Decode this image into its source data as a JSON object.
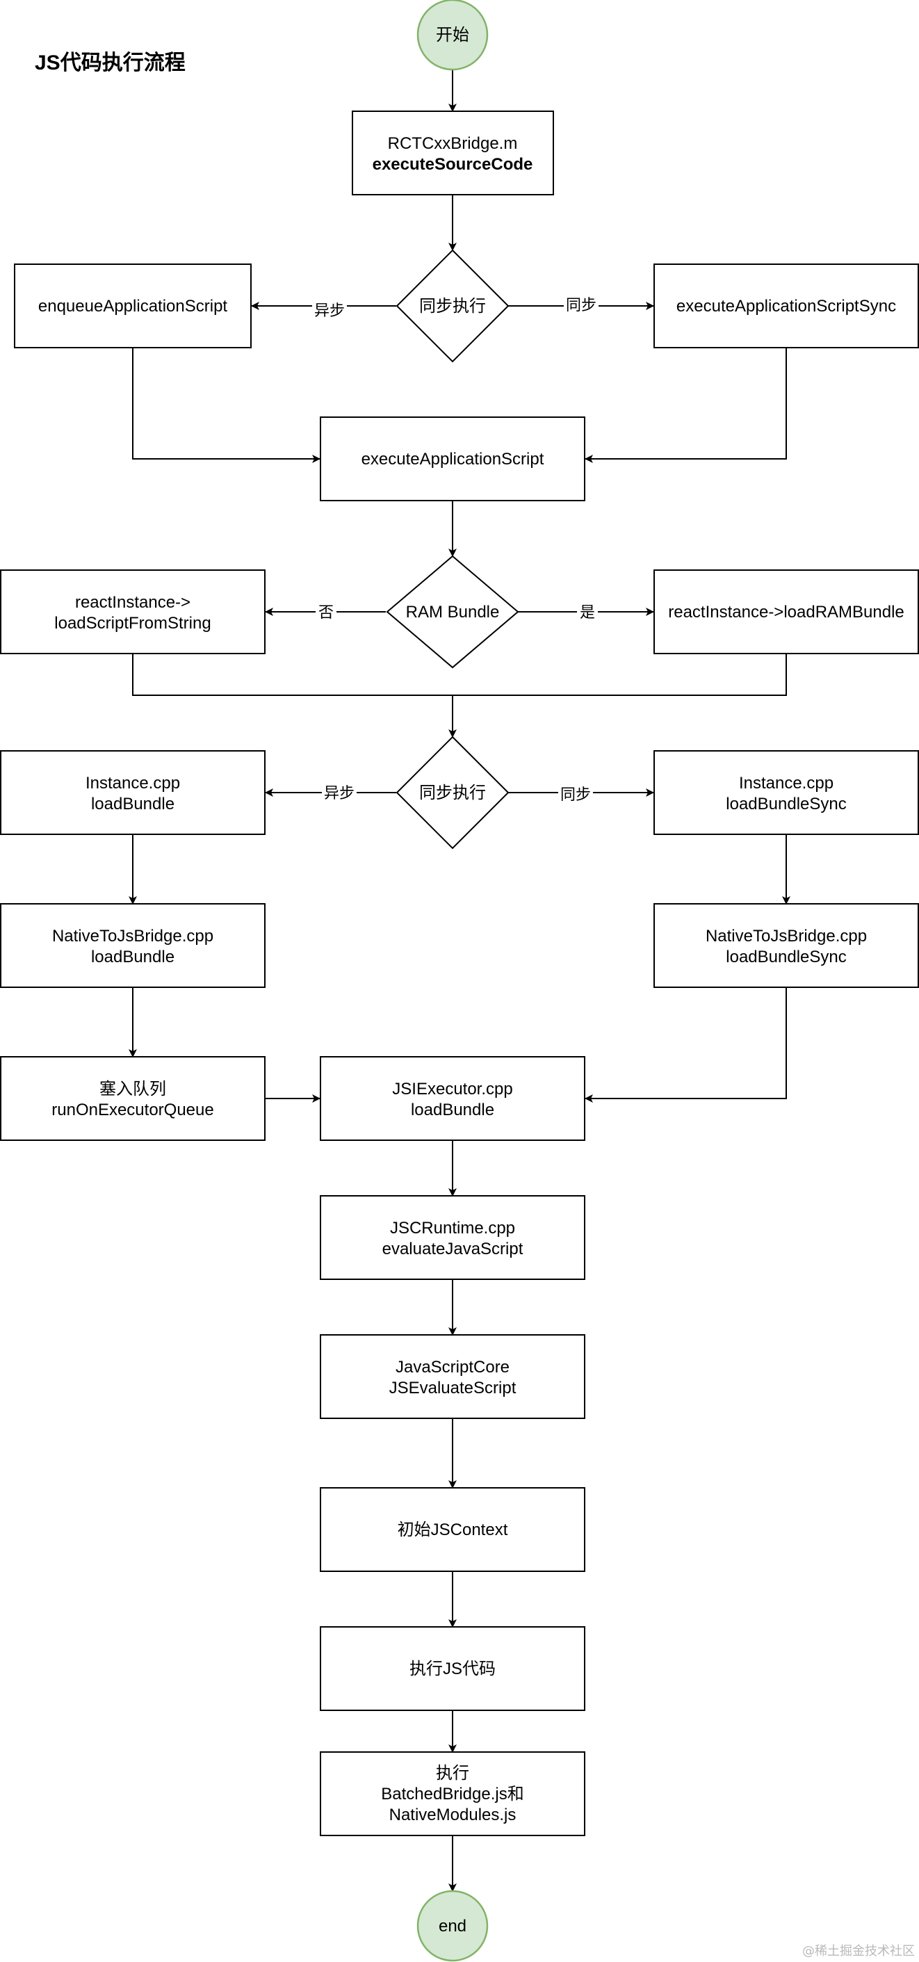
{
  "title": "JS代码执行流程",
  "watermark": "@稀土掘金技术社区",
  "nodes": {
    "start": "开始",
    "bridge_l1": "RCTCxxBridge.m",
    "bridge_l2": "executeSourceCode",
    "decision1": "同步执行",
    "enqueue": "enqueueApplicationScript",
    "exec_sync": "executeApplicationScriptSync",
    "exec_app": "executeApplicationScript",
    "decision_ram": "RAM Bundle",
    "load_string_l1": "reactInstance->",
    "load_string_l2": "loadScriptFromString",
    "load_ram": "reactInstance->loadRAMBundle",
    "decision2": "同步执行",
    "instance_async_l1": "Instance.cpp",
    "instance_async_l2": "loadBundle",
    "instance_sync_l1": "Instance.cpp",
    "instance_sync_l2": "loadBundleSync",
    "native_async_l1": "NativeToJsBridge.cpp",
    "native_async_l2": "loadBundle",
    "native_sync_l1": "NativeToJsBridge.cpp",
    "native_sync_l2": "loadBundleSync",
    "queue_l1": "塞入队列",
    "queue_l2": "runOnExecutorQueue",
    "jsi_l1": "JSIExecutor.cpp",
    "jsi_l2": "loadBundle",
    "jsc_l1": "JSCRuntime.cpp",
    "jsc_l2": "evaluateJavaScript",
    "core_l1": "JavaScriptCore",
    "core_l2": "JSEvaluateScript",
    "init_ctx": "初始JSContext",
    "exec_js": "执行JS代码",
    "batched_l1": "执行",
    "batched_l2": "BatchedBridge.js和",
    "batched_l3": "NativeModules.js",
    "end": "end"
  },
  "edge_labels": {
    "async1": "异步",
    "sync1": "同步",
    "no": "否",
    "yes": "是",
    "async2": "异步",
    "sync2": "同步"
  },
  "colors": {
    "terminal_fill": "#d5e8d4",
    "terminal_stroke": "#82b366",
    "stroke": "#000000"
  }
}
